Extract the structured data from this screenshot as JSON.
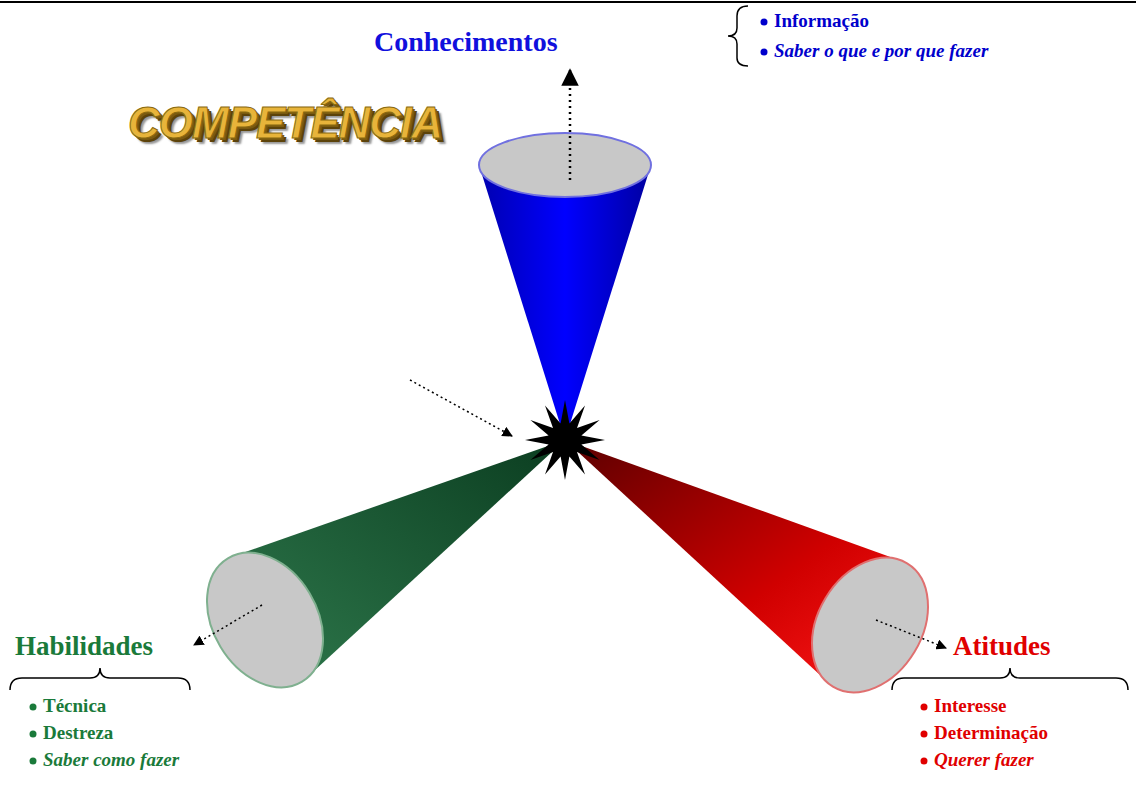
{
  "diagram": {
    "labels": [
      "Conhecimentos",
      "Informação",
      "Saber o que e por que fazer",
      "COMPETÊNCIA",
      "Habilidades",
      "Técnica",
      "Destreza",
      "Saber como fazer",
      "Atitudes",
      "Interesse",
      "Determinação",
      "Querer fazer"
    ]
  }
}
